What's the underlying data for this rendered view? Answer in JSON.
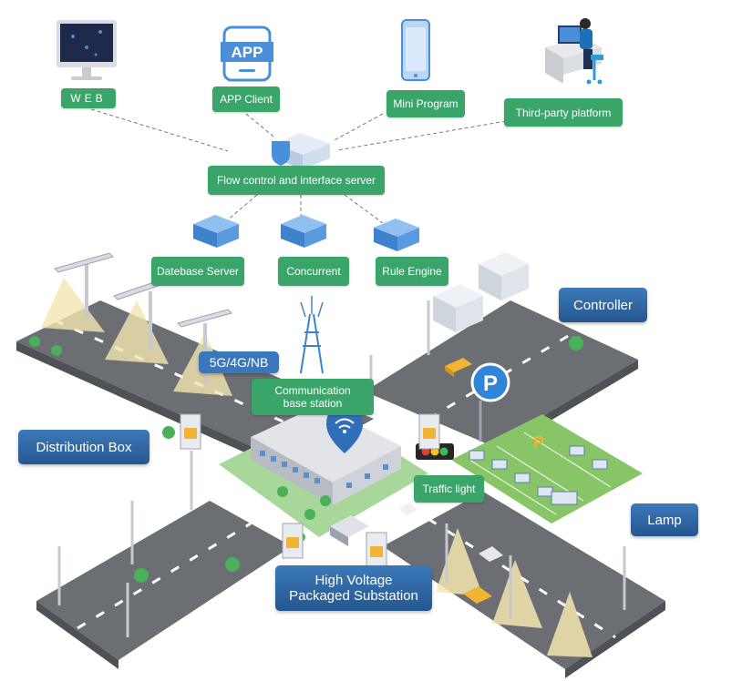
{
  "labels": {
    "web": "WEB",
    "app_client": "APP Client",
    "mini_program": "Mini Program",
    "third_party": "Third-party platform",
    "flow_server": "Flow control and interface server",
    "database_server": "Datebase Server",
    "concurrent": "Concurrent",
    "rule_engine": "Rule Engine",
    "controller": "Controller",
    "network": "5G/4G/NB",
    "base_station_line1": "Communication",
    "base_station_line2": "base station",
    "distribution_box": "Distribution Box",
    "traffic_light": "Traffic light",
    "lamp": "Lamp",
    "substation_line1": "High Voltage",
    "substation_line2": "Packaged Substation"
  },
  "icons": {
    "app_text": "APP",
    "parking_sign": "P",
    "parking_lot_letter": "P"
  },
  "colors": {
    "green_label": "#3aa569",
    "blue_label": "#2f68a6",
    "road": "#6b6e73",
    "grass": "#9bd08a",
    "server": "#4d8fd6"
  }
}
